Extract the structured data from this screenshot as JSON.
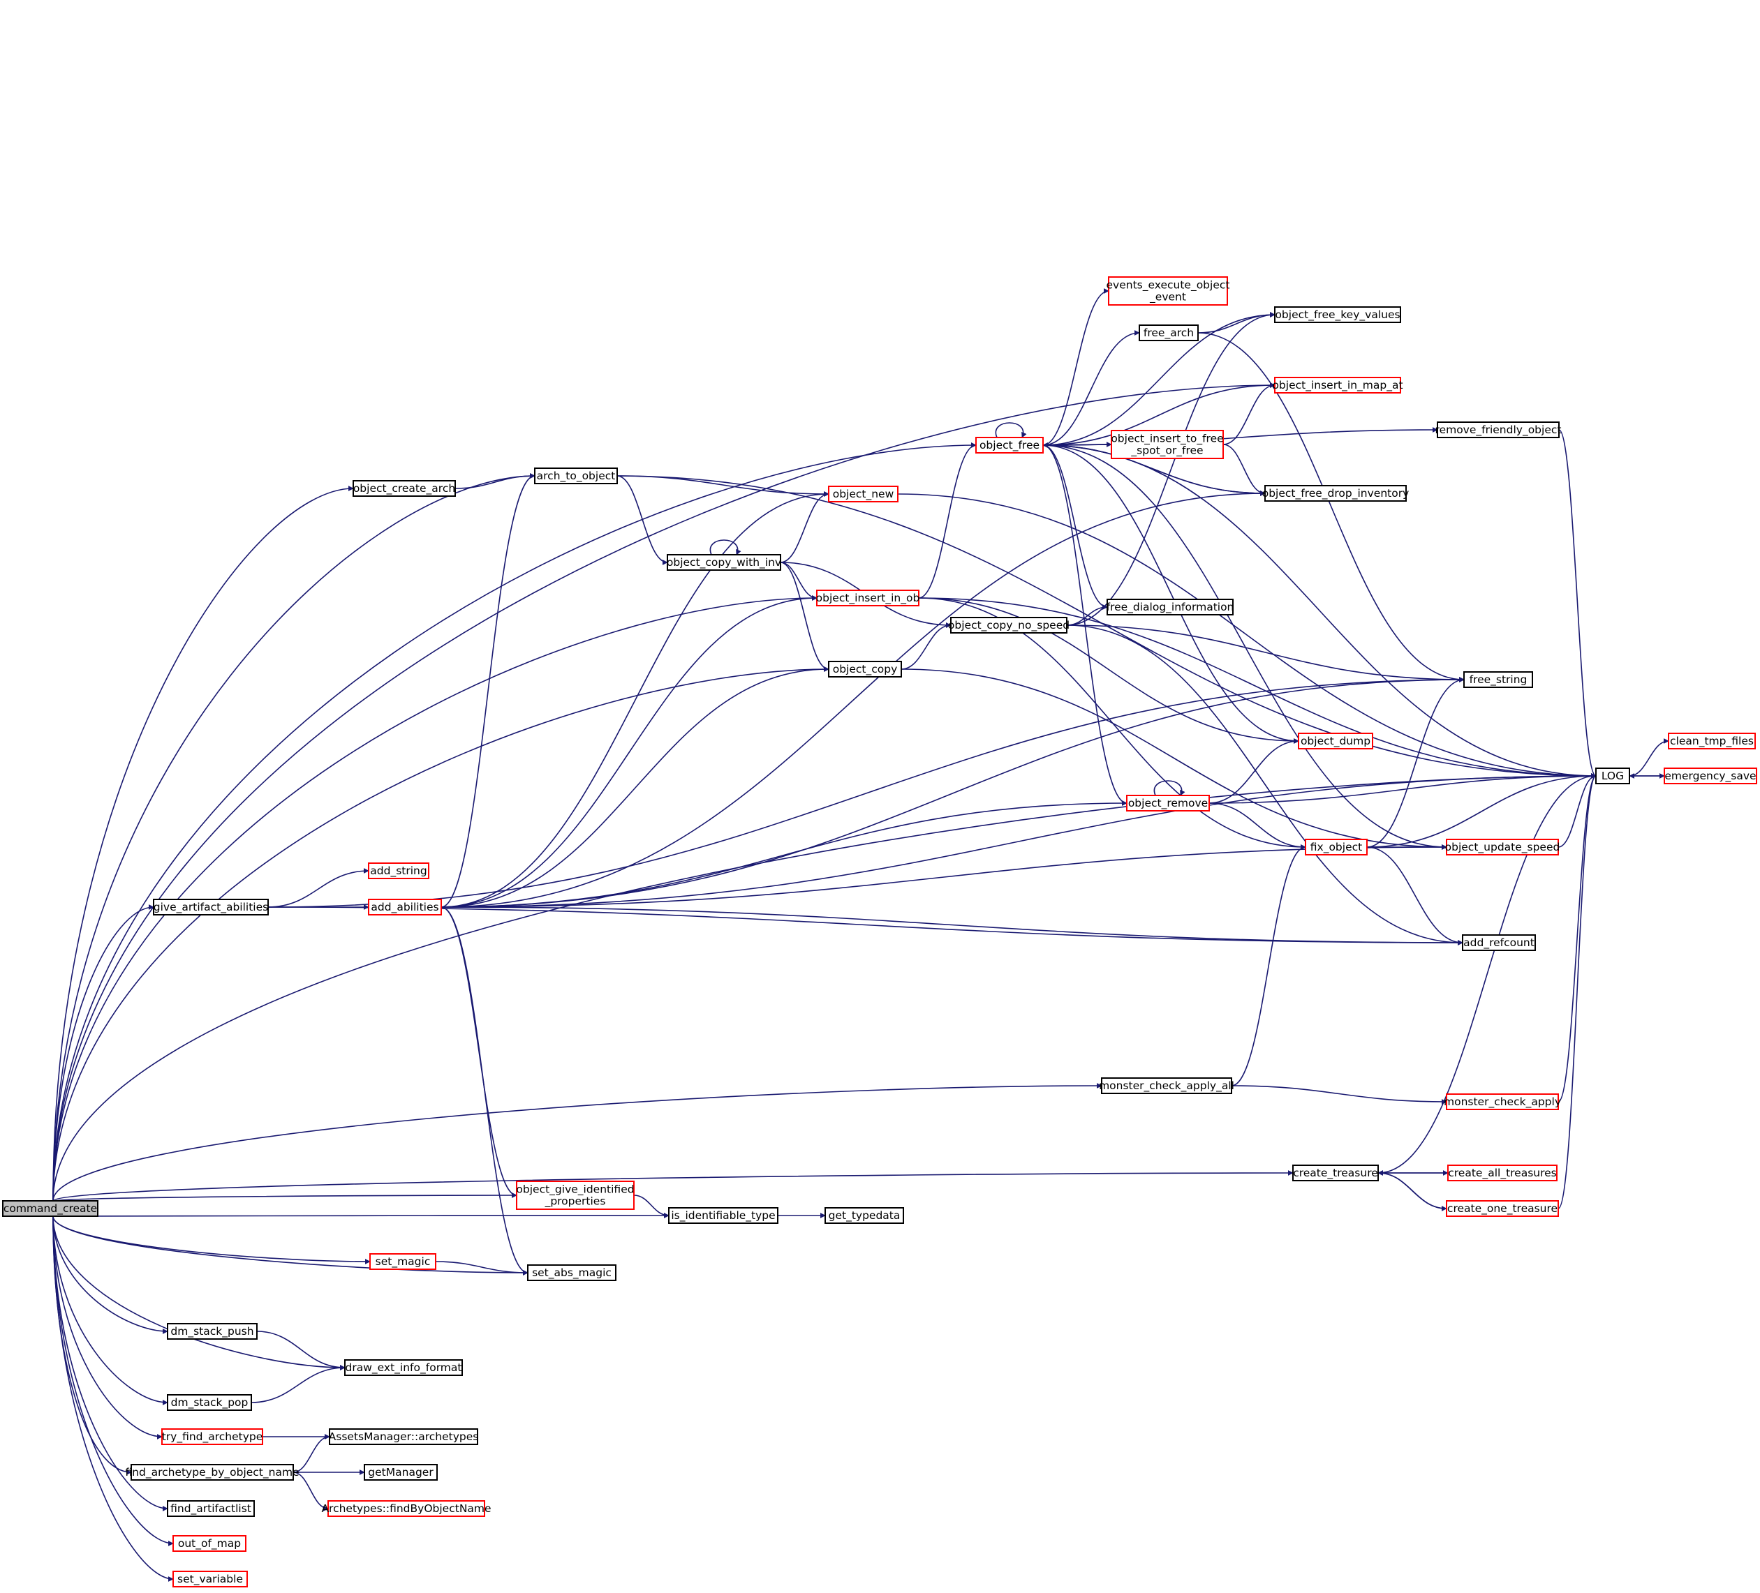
{
  "colors": {
    "edge": "#191970",
    "ref_border": "#000000",
    "partial_border": "#ff0000",
    "root_fill": "#bfbfbf"
  },
  "nodes": [
    {
      "id": "command_create",
      "label": [
        "command_create"
      ],
      "style": "root"
    },
    {
      "id": "give_artifact_abilities",
      "label": [
        "give_artifact_abilities"
      ],
      "style": "black"
    },
    {
      "id": "add_string",
      "label": [
        "add_string"
      ],
      "style": "red"
    },
    {
      "id": "add_abilities",
      "label": [
        "add_abilities"
      ],
      "style": "red"
    },
    {
      "id": "object_create_arch",
      "label": [
        "object_create_arch"
      ],
      "style": "black"
    },
    {
      "id": "arch_to_object",
      "label": [
        "arch_to_object"
      ],
      "style": "black"
    },
    {
      "id": "object_new",
      "label": [
        "object_new"
      ],
      "style": "red"
    },
    {
      "id": "object_copy_with_inv",
      "label": [
        "object_copy_with_inv"
      ],
      "style": "black"
    },
    {
      "id": "object_insert_in_ob",
      "label": [
        "object_insert_in_ob"
      ],
      "style": "red"
    },
    {
      "id": "object_copy",
      "label": [
        "object_copy"
      ],
      "style": "black"
    },
    {
      "id": "object_copy_no_speed",
      "label": [
        "object_copy_no_speed"
      ],
      "style": "black"
    },
    {
      "id": "free_dialog_information",
      "label": [
        "free_dialog_information"
      ],
      "style": "black"
    },
    {
      "id": "object_free",
      "label": [
        "object_free"
      ],
      "style": "red"
    },
    {
      "id": "events_execute_object_event",
      "label": [
        "events_execute_object",
        "_event"
      ],
      "style": "red"
    },
    {
      "id": "free_arch",
      "label": [
        "free_arch"
      ],
      "style": "black"
    },
    {
      "id": "object_free_key_values",
      "label": [
        "object_free_key_values"
      ],
      "style": "black"
    },
    {
      "id": "object_insert_in_map_at",
      "label": [
        "object_insert_in_map_at"
      ],
      "style": "red"
    },
    {
      "id": "object_insert_to_free_spot_or_free",
      "label": [
        "object_insert_to_free",
        "_spot_or_free"
      ],
      "style": "red"
    },
    {
      "id": "object_free_drop_inventory",
      "label": [
        "object_free_drop_inventory"
      ],
      "style": "black"
    },
    {
      "id": "remove_friendly_object",
      "label": [
        "remove_friendly_object"
      ],
      "style": "black"
    },
    {
      "id": "free_string",
      "label": [
        "free_string"
      ],
      "style": "black"
    },
    {
      "id": "object_dump",
      "label": [
        "object_dump"
      ],
      "style": "red"
    },
    {
      "id": "object_remove",
      "label": [
        "object_remove"
      ],
      "style": "red"
    },
    {
      "id": "fix_object",
      "label": [
        "fix_object"
      ],
      "style": "red"
    },
    {
      "id": "object_update_speed",
      "label": [
        "object_update_speed"
      ],
      "style": "red"
    },
    {
      "id": "add_refcount",
      "label": [
        "add_refcount"
      ],
      "style": "black"
    },
    {
      "id": "LOG",
      "label": [
        "LOG"
      ],
      "style": "black"
    },
    {
      "id": "clean_tmp_files",
      "label": [
        "clean_tmp_files"
      ],
      "style": "red"
    },
    {
      "id": "emergency_save",
      "label": [
        "emergency_save"
      ],
      "style": "red"
    },
    {
      "id": "monster_check_apply_all",
      "label": [
        "monster_check_apply_all"
      ],
      "style": "black"
    },
    {
      "id": "monster_check_apply",
      "label": [
        "monster_check_apply"
      ],
      "style": "red"
    },
    {
      "id": "create_treasure",
      "label": [
        "create_treasure"
      ],
      "style": "black"
    },
    {
      "id": "create_all_treasures",
      "label": [
        "create_all_treasures"
      ],
      "style": "red"
    },
    {
      "id": "create_one_treasure",
      "label": [
        "create_one_treasure"
      ],
      "style": "red"
    },
    {
      "id": "object_give_identified_properties",
      "label": [
        "object_give_identified",
        "_properties"
      ],
      "style": "red"
    },
    {
      "id": "is_identifiable_type",
      "label": [
        "is_identifiable_type"
      ],
      "style": "black"
    },
    {
      "id": "get_typedata",
      "label": [
        "get_typedata"
      ],
      "style": "black"
    },
    {
      "id": "set_magic",
      "label": [
        "set_magic"
      ],
      "style": "red"
    },
    {
      "id": "set_abs_magic",
      "label": [
        "set_abs_magic"
      ],
      "style": "black"
    },
    {
      "id": "dm_stack_push",
      "label": [
        "dm_stack_push"
      ],
      "style": "black"
    },
    {
      "id": "draw_ext_info_format",
      "label": [
        "draw_ext_info_format"
      ],
      "style": "black"
    },
    {
      "id": "dm_stack_pop",
      "label": [
        "dm_stack_pop"
      ],
      "style": "black"
    },
    {
      "id": "try_find_archetype",
      "label": [
        "try_find_archetype"
      ],
      "style": "red"
    },
    {
      "id": "AssetsManager_archetypes",
      "label": [
        "AssetsManager::archetypes"
      ],
      "style": "black"
    },
    {
      "id": "find_archetype_by_object_name",
      "label": [
        "find_archetype_by_object_name"
      ],
      "style": "black"
    },
    {
      "id": "getManager",
      "label": [
        "getManager"
      ],
      "style": "black"
    },
    {
      "id": "Archetypes_findByObjectName",
      "label": [
        "Archetypes::findByObjectName"
      ],
      "style": "red"
    },
    {
      "id": "find_artifactlist",
      "label": [
        "find_artifactlist"
      ],
      "style": "black"
    },
    {
      "id": "out_of_map",
      "label": [
        "out_of_map"
      ],
      "style": "red"
    },
    {
      "id": "set_variable",
      "label": [
        "set_variable"
      ],
      "style": "red"
    }
  ],
  "edges": [
    [
      "command_create",
      "LOG"
    ],
    [
      "command_create",
      "object_insert_in_map_at"
    ],
    [
      "command_create",
      "object_free"
    ],
    [
      "command_create",
      "object_create_arch"
    ],
    [
      "command_create",
      "arch_to_object"
    ],
    [
      "command_create",
      "object_insert_in_ob"
    ],
    [
      "command_create",
      "object_copy"
    ],
    [
      "command_create",
      "give_artifact_abilities"
    ],
    [
      "command_create",
      "monster_check_apply_all"
    ],
    [
      "command_create",
      "create_treasure"
    ],
    [
      "command_create",
      "object_give_identified_properties"
    ],
    [
      "command_create",
      "is_identifiable_type"
    ],
    [
      "command_create",
      "set_magic"
    ],
    [
      "command_create",
      "set_abs_magic"
    ],
    [
      "command_create",
      "dm_stack_push"
    ],
    [
      "command_create",
      "draw_ext_info_format"
    ],
    [
      "command_create",
      "dm_stack_pop"
    ],
    [
      "command_create",
      "try_find_archetype"
    ],
    [
      "command_create",
      "find_archetype_by_object_name"
    ],
    [
      "command_create",
      "find_artifactlist"
    ],
    [
      "command_create",
      "out_of_map"
    ],
    [
      "command_create",
      "set_variable"
    ],
    [
      "give_artifact_abilities",
      "add_string"
    ],
    [
      "give_artifact_abilities",
      "add_abilities"
    ],
    [
      "give_artifact_abilities",
      "free_string"
    ],
    [
      "give_artifact_abilities",
      "add_refcount"
    ],
    [
      "add_abilities",
      "arch_to_object"
    ],
    [
      "add_abilities",
      "object_new"
    ],
    [
      "add_abilities",
      "object_insert_in_ob"
    ],
    [
      "add_abilities",
      "object_copy"
    ],
    [
      "add_abilities",
      "object_remove"
    ],
    [
      "add_abilities",
      "object_free_drop_inventory"
    ],
    [
      "add_abilities",
      "object_update_speed"
    ],
    [
      "add_abilities",
      "add_refcount"
    ],
    [
      "add_abilities",
      "LOG"
    ],
    [
      "add_abilities",
      "object_give_identified_properties"
    ],
    [
      "add_abilities",
      "set_abs_magic"
    ],
    [
      "add_abilities",
      "free_string"
    ],
    [
      "object_create_arch",
      "arch_to_object"
    ],
    [
      "arch_to_object",
      "LOG"
    ],
    [
      "arch_to_object",
      "object_new"
    ],
    [
      "arch_to_object",
      "object_copy_with_inv"
    ],
    [
      "object_new",
      "LOG"
    ],
    [
      "object_copy_with_inv",
      "object_copy_with_inv"
    ],
    [
      "object_copy_with_inv",
      "object_new"
    ],
    [
      "object_copy_with_inv",
      "object_insert_in_ob"
    ],
    [
      "object_copy_with_inv",
      "object_copy"
    ],
    [
      "object_copy_with_inv",
      "object_copy_no_speed"
    ],
    [
      "object_insert_in_ob",
      "object_free"
    ],
    [
      "object_insert_in_ob",
      "LOG"
    ],
    [
      "object_insert_in_ob",
      "object_dump"
    ],
    [
      "object_insert_in_ob",
      "fix_object"
    ],
    [
      "object_copy",
      "object_copy_no_speed"
    ],
    [
      "object_copy",
      "object_update_speed"
    ],
    [
      "object_copy_no_speed",
      "object_free_key_values"
    ],
    [
      "object_copy_no_speed",
      "free_dialog_information"
    ],
    [
      "object_copy_no_speed",
      "free_string"
    ],
    [
      "object_copy_no_speed",
      "add_refcount"
    ],
    [
      "object_free",
      "object_free"
    ],
    [
      "object_free",
      "events_execute_object_event"
    ],
    [
      "object_free",
      "free_arch"
    ],
    [
      "object_free",
      "object_free_key_values"
    ],
    [
      "object_free",
      "object_insert_in_map_at"
    ],
    [
      "object_free",
      "object_insert_to_free_spot_or_free"
    ],
    [
      "object_free",
      "object_free_drop_inventory"
    ],
    [
      "object_free",
      "LOG"
    ],
    [
      "object_free",
      "remove_friendly_object"
    ],
    [
      "object_free",
      "free_dialog_information"
    ],
    [
      "object_free",
      "object_dump"
    ],
    [
      "object_free",
      "object_remove"
    ],
    [
      "object_free",
      "object_update_speed"
    ],
    [
      "free_arch",
      "object_free_key_values"
    ],
    [
      "free_arch",
      "free_string"
    ],
    [
      "object_insert_to_free_spot_or_free",
      "object_free"
    ],
    [
      "object_insert_to_free_spot_or_free",
      "object_insert_in_map_at"
    ],
    [
      "object_insert_to_free_spot_or_free",
      "object_free_drop_inventory"
    ],
    [
      "object_free_drop_inventory",
      "object_free"
    ],
    [
      "remove_friendly_object",
      "LOG"
    ],
    [
      "object_remove",
      "object_remove"
    ],
    [
      "object_remove",
      "object_dump"
    ],
    [
      "object_remove",
      "LOG"
    ],
    [
      "object_remove",
      "fix_object"
    ],
    [
      "fix_object",
      "free_string"
    ],
    [
      "fix_object",
      "LOG"
    ],
    [
      "fix_object",
      "object_update_speed"
    ],
    [
      "fix_object",
      "add_refcount"
    ],
    [
      "object_update_speed",
      "LOG"
    ],
    [
      "LOG",
      "clean_tmp_files"
    ],
    [
      "LOG",
      "emergency_save"
    ],
    [
      "emergency_save",
      "LOG"
    ],
    [
      "monster_check_apply_all",
      "fix_object"
    ],
    [
      "monster_check_apply_all",
      "monster_check_apply"
    ],
    [
      "monster_check_apply",
      "LOG"
    ],
    [
      "create_treasure",
      "LOG"
    ],
    [
      "create_treasure",
      "create_all_treasures"
    ],
    [
      "create_treasure",
      "create_one_treasure"
    ],
    [
      "create_all_treasures",
      "create_treasure"
    ],
    [
      "create_one_treasure",
      "create_treasure"
    ],
    [
      "create_one_treasure",
      "LOG"
    ],
    [
      "object_give_identified_properties",
      "is_identifiable_type"
    ],
    [
      "is_identifiable_type",
      "get_typedata"
    ],
    [
      "set_magic",
      "set_abs_magic"
    ],
    [
      "dm_stack_push",
      "draw_ext_info_format"
    ],
    [
      "dm_stack_pop",
      "draw_ext_info_format"
    ],
    [
      "try_find_archetype",
      "AssetsManager_archetypes"
    ],
    [
      "find_archetype_by_object_name",
      "AssetsManager_archetypes"
    ],
    [
      "find_archetype_by_object_name",
      "getManager"
    ],
    [
      "find_archetype_by_object_name",
      "Archetypes_findByObjectName"
    ]
  ]
}
